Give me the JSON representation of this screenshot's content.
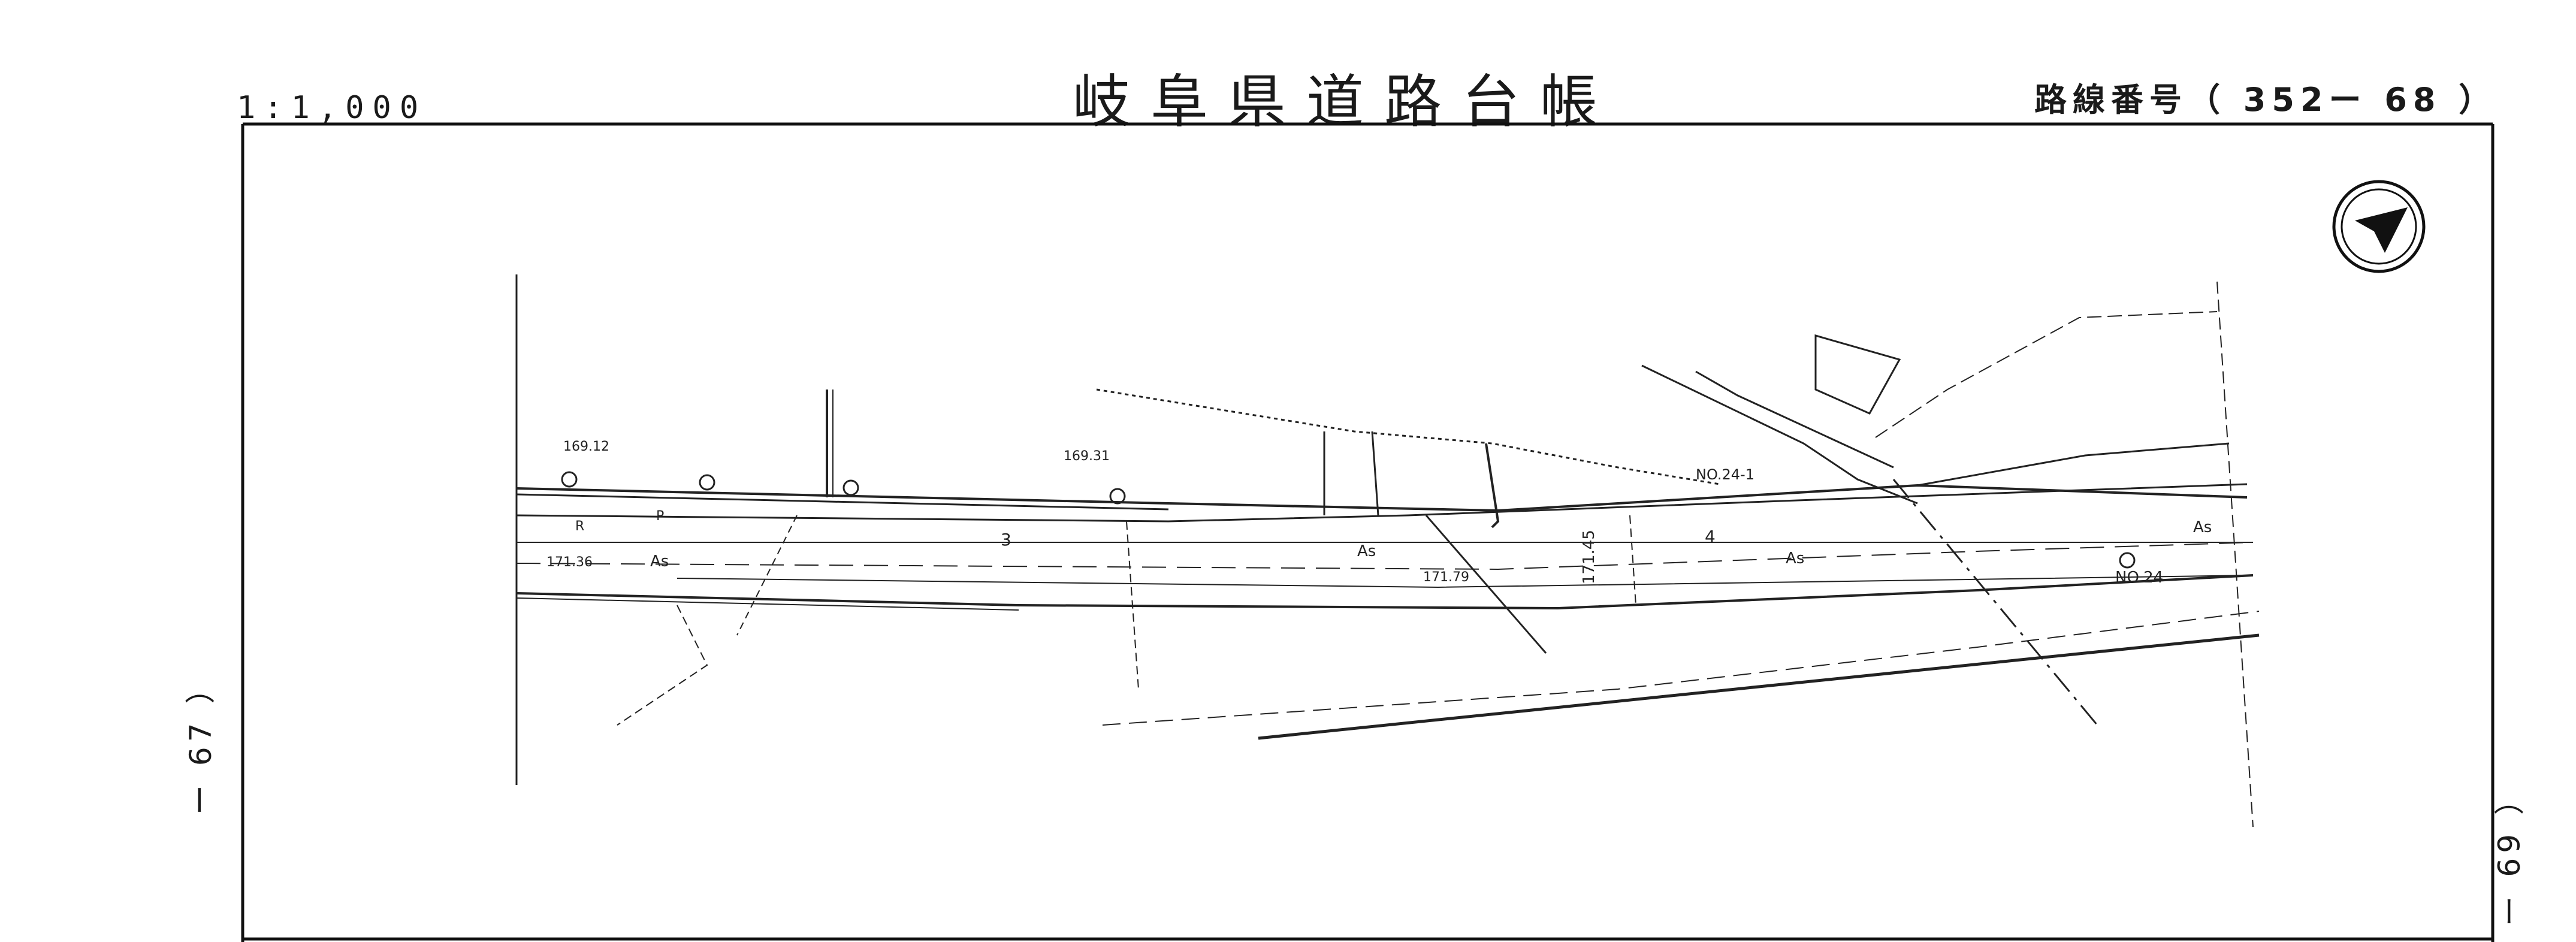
{
  "header": {
    "scale": "1:1,000",
    "title": "岐阜県道路台帳",
    "route_number": "路線番号（ 352ー 68 ）"
  },
  "adjacent_sheets": {
    "left": "ー 67 ）",
    "right": "（ 69 ー"
  },
  "north_arrow": {
    "icon": "north-arrow-icon"
  },
  "map_labels": {
    "elev_1": "169.12",
    "elev_2": "169.31",
    "elev_3": "171.36",
    "elev_4": "171.79",
    "elev_5": "171.45",
    "section_3": "3",
    "section_4": "4",
    "station_1": "NO.24-1",
    "station_2": "NO.24",
    "road_mark_r": "R",
    "road_mark_p": "P",
    "pavement_as": "As"
  }
}
